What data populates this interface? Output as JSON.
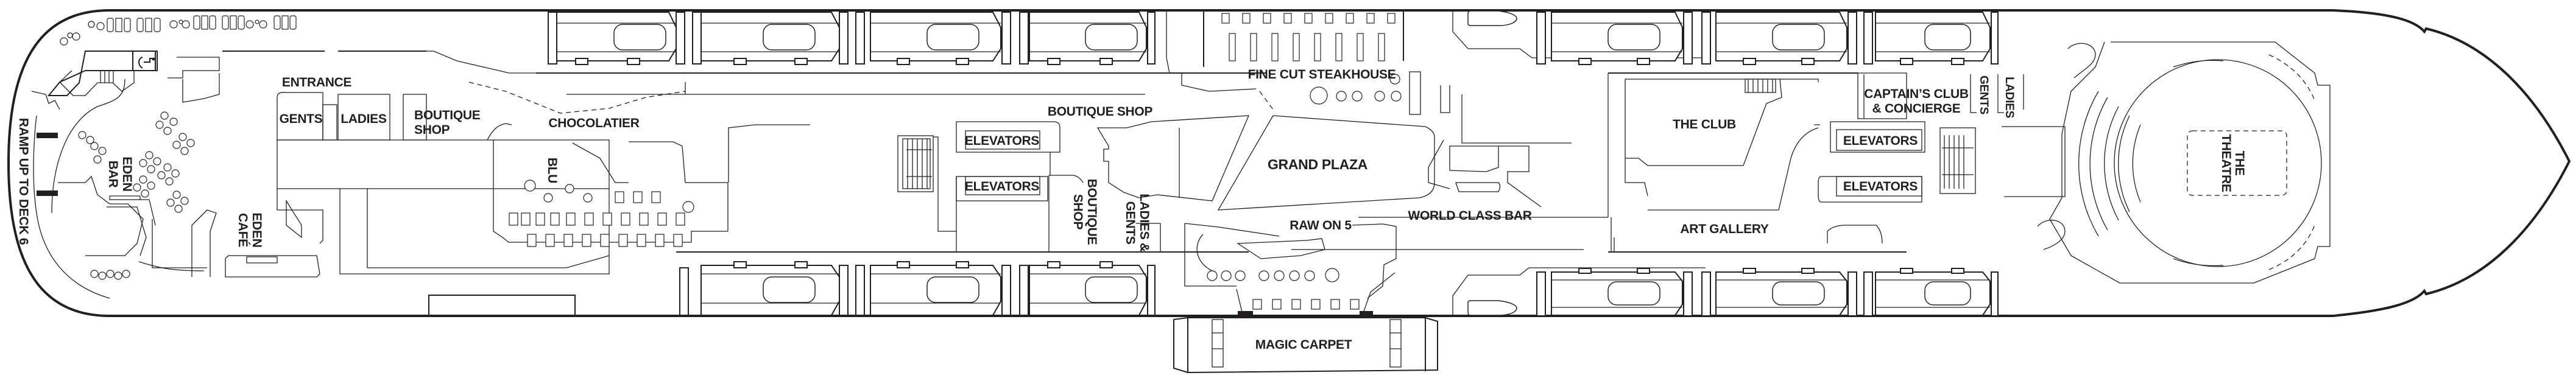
{
  "plan": {
    "colors": {
      "ink": "#231f20",
      "background": "#ffffff"
    },
    "labels": {
      "ramp": "RAMP UP TO DECK 6",
      "eden_bar_line1": "EDEN",
      "eden_bar_line2": "BAR",
      "eden_cafe_line1": "EDEN",
      "eden_cafe_line2": "CAFÉ",
      "entrance": "ENTRANCE",
      "gents_aft": "GENTS",
      "ladies_aft": "LADIES",
      "boutique_aft_line1": "BOUTIQUE",
      "boutique_aft_line2": "SHOP",
      "chocolatier": "CHOCOLATIER",
      "blu": "BLU",
      "boutique_mid": "BOUTIQUE SHOP",
      "elevators_mid_1": "ELEVATORS",
      "elevators_mid_2": "ELEVATORS",
      "boutique_mid_v_line1": "BOUTIQUE",
      "boutique_mid_v_line2": "SHOP",
      "ladies_gents_line1": "LADIES &",
      "ladies_gents_line2": "GENTS",
      "fine_cut": "FINE CUT STEAKHOUSE",
      "grand_plaza": "GRAND PLAZA",
      "world_class_bar": "WORLD CLASS BAR",
      "raw_on_5": "RAW ON 5",
      "magic_carpet": "MAGIC CARPET",
      "the_club": "THE CLUB",
      "art_gallery": "ART GALLERY",
      "captains_club_line1": "CAPTAIN’S CLUB",
      "captains_club_line2": "& CONCIERGE",
      "elevators_fwd_1": "ELEVATORS",
      "elevators_fwd_2": "ELEVATORS",
      "gents_fwd": "GENTS",
      "ladies_fwd": "LADIES",
      "theatre_line1": "THE",
      "theatre_line2": "THEATRE"
    },
    "icons": {
      "accessible": "wheelchair-icon"
    }
  }
}
